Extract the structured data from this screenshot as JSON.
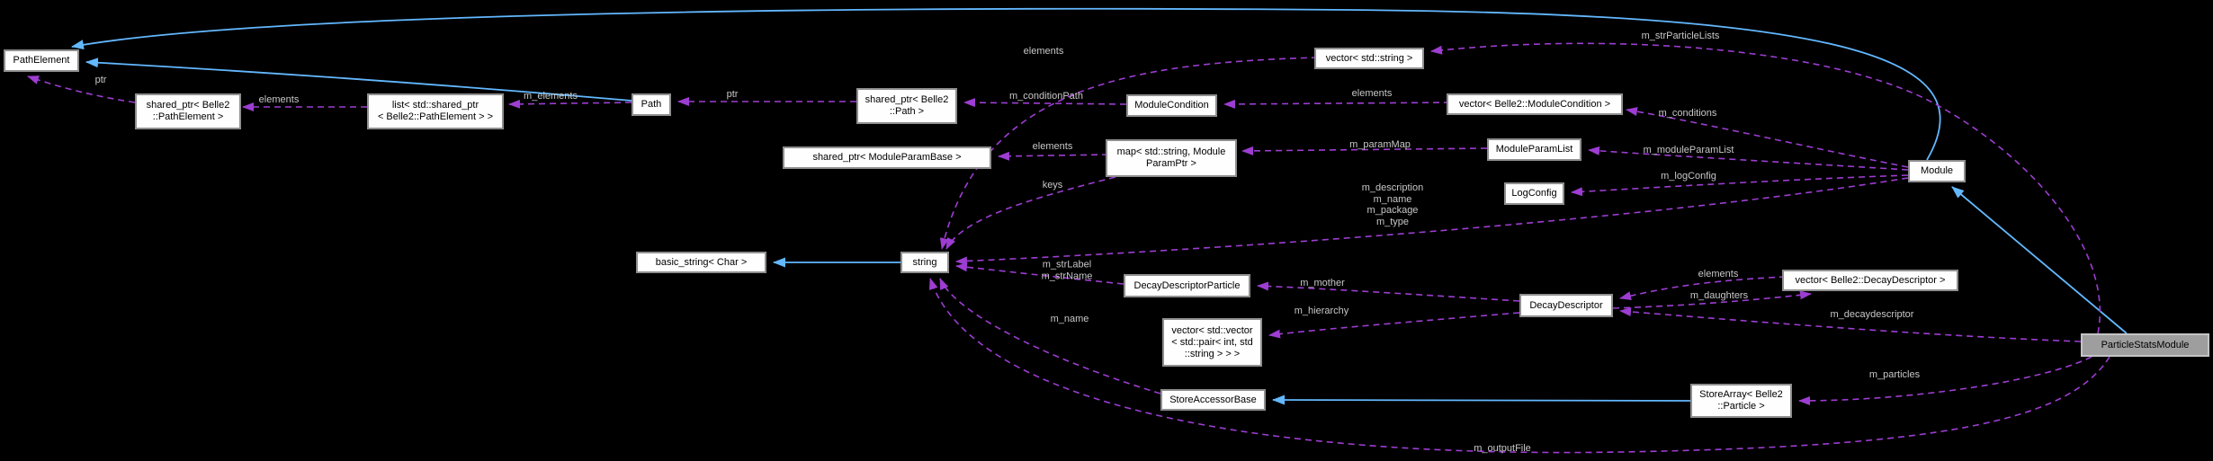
{
  "palette": {
    "background": "#000000",
    "node-fill": "#fefefe",
    "node-border": "#8f8f8f",
    "node-text": "#000000",
    "highlight-fill": "#9e9e9e",
    "highlight-border": "#c4c4c4",
    "edge-dashed": "#9d3dd2",
    "edge-solid": "#63b8ff",
    "label-color": "#c8c8c8"
  },
  "nodes": {
    "path_element": "PathElement",
    "shared_ptr_path_element": "shared_ptr< Belle2\n::PathElement >",
    "list_shared_ptr": "list< std::shared_ptr\n< Belle2::PathElement > >",
    "path": "Path",
    "shared_ptr_path": "shared_ptr< Belle2\n::Path >",
    "shared_ptr_module_param_base": "shared_ptr< ModuleParamBase >",
    "vector_string": "vector< std::string >",
    "module_condition": "ModuleCondition",
    "vector_module_condition": "vector< Belle2::ModuleCondition >",
    "map_module_param": "map< std::string, Module\nParamPtr >",
    "module_param_list": "ModuleParamList",
    "log_config": "LogConfig",
    "module": "Module",
    "basic_string": "basic_string< Char >",
    "string": "string",
    "decay_descriptor_particle": "DecayDescriptorParticle",
    "decay_descriptor": "DecayDescriptor",
    "vector_decay_descriptor": "vector< Belle2::DecayDescriptor >",
    "vector_vector_pair": "vector< std::vector\n< std::pair< int, std\n::string > > >",
    "store_accessor_base": "StoreAccessorBase",
    "store_array_particle": "StoreArray< Belle2\n::Particle >",
    "particle_stats_module": "ParticleStatsModule"
  },
  "edge_labels": {
    "ptr_path_element": "ptr",
    "elements_path_element_list": "elements",
    "m_elements": "m_elements",
    "ptr_path": "ptr",
    "m_condition_path": "m_conditionPath",
    "elements_vector_string": "elements",
    "m_str_particle_lists": "m_strParticleLists",
    "elements_module_condition": "elements",
    "m_conditions": "m_conditions",
    "m_param_map": "m_paramMap",
    "elements_module_param_base": "elements",
    "m_module_param_list": "m_moduleParamList",
    "m_log_config": "m_logConfig",
    "keys": "keys",
    "module_string_members": "m_description\nm_name\nm_package\nm_type",
    "ddp_string_members": "m_strLabel\nm_strName",
    "m_mother": "m_mother",
    "m_hierarchy": "m_hierarchy",
    "m_name": "m_name",
    "elements_decay_descriptor": "elements",
    "m_daughters": "m_daughters",
    "m_decaydescriptor": "m_decaydescriptor",
    "m_particles": "m_particles",
    "m_output_file": "m_outputFile"
  }
}
